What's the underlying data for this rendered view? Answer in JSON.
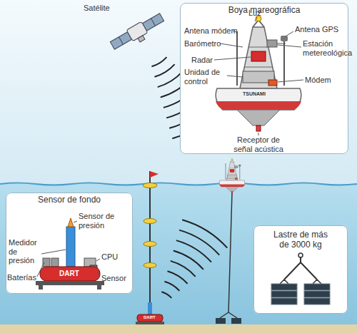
{
  "diagram": {
    "nodes": [
      {
        "text": [
          "Boya mareográfica"
        ]
      },
      {
        "text": [
          "Sensor de fondo"
        ]
      },
      {
        "text": [
          "Lastre de más de 3000 kg"
        ]
      }
    ],
    "labels": [
      "Satélite",
      "Luz",
      "Antena módem",
      "Antena GPS",
      "Barómetro",
      "Estación metereológica",
      "Radar",
      "Unidad de control",
      "Módem",
      "Receptor de señal acústica",
      "TSUNAMI",
      "Sensor de presión",
      "Medidor de presión",
      "CPU",
      "Baterías",
      "Sensor",
      "DART",
      "DART"
    ]
  }
}
